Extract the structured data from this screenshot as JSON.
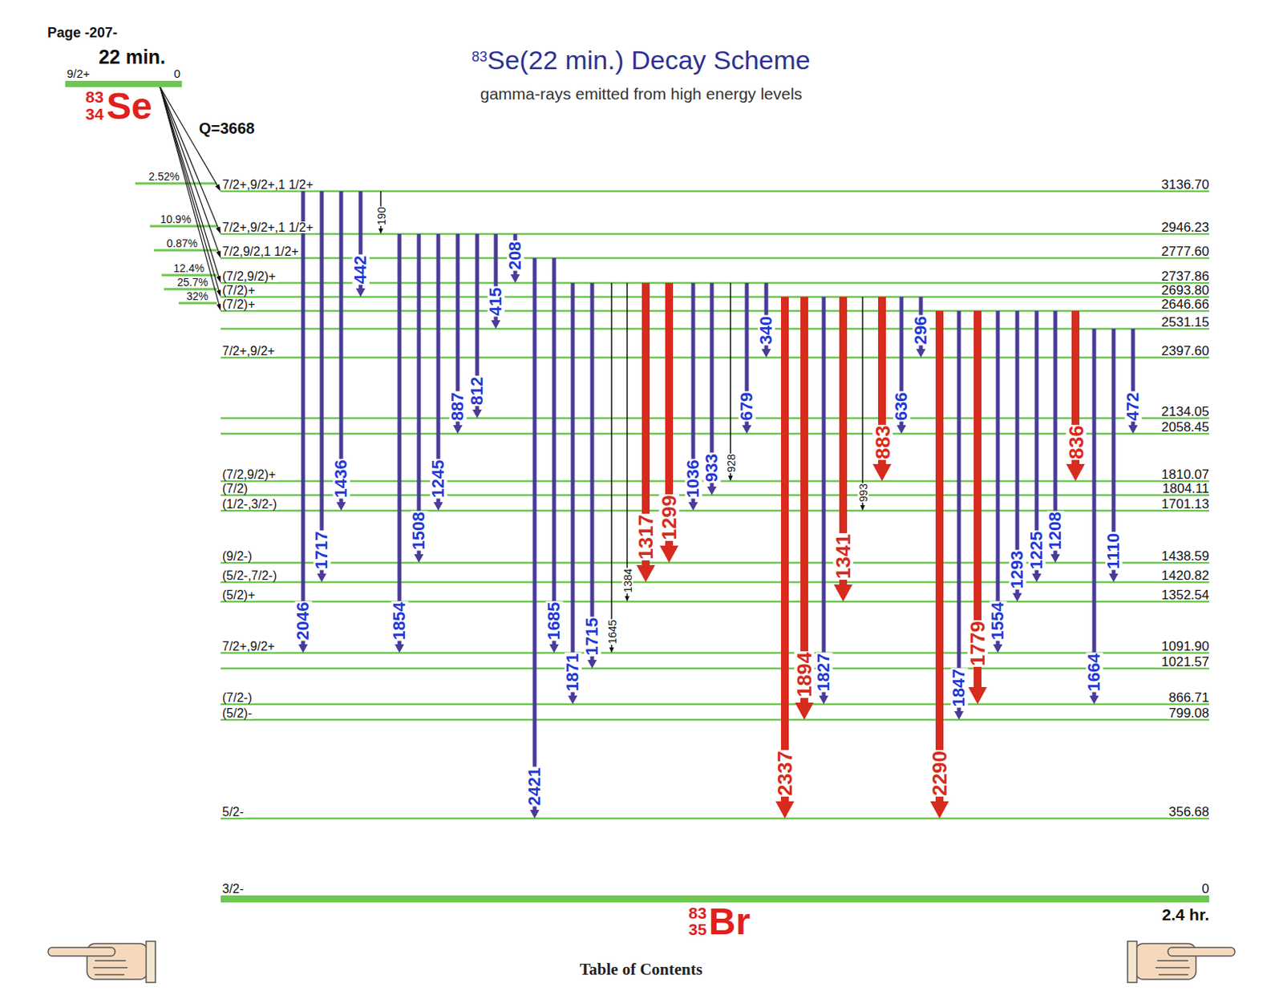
{
  "diagram": {
    "title": "Se(22 min.) Decay Scheme",
    "nodes": [
      {
        "text": [
          "22 min.",
          "9/2+",
          "0"
        ]
      },
      {
        "text": [
          "7/2+,9/2+,1 1/2+",
          "3136.70"
        ]
      },
      {
        "text": [
          "7/2+,9/2+,1 1/2+",
          "2946.23"
        ]
      },
      {
        "text": [
          "7/2,9/2,1 1/2+",
          "2777.60"
        ]
      },
      {
        "text": [
          "(7/2,9/2)+",
          "2737.86"
        ]
      },
      {
        "text": [
          "(7/2)+",
          "2693.80"
        ]
      },
      {
        "text": [
          "(7/2)+",
          "2646.66"
        ]
      },
      {
        "text": [
          "2531.15"
        ]
      },
      {
        "text": [
          "7/2+,9/2+",
          "2397.60"
        ]
      },
      {
        "text": [
          "2134.05"
        ]
      },
      {
        "text": [
          "2058.45"
        ]
      },
      {
        "text": [
          "(7/2,9/2)+",
          "1810.07"
        ]
      },
      {
        "text": [
          "(7/2)",
          "1804.11"
        ]
      },
      {
        "text": [
          "(1/2-,3/2-)",
          "1701.13"
        ]
      },
      {
        "text": [
          "(9/2-)",
          "1438.59"
        ]
      },
      {
        "text": [
          "(5/2-,7/2-)",
          "1420.82"
        ]
      },
      {
        "text": [
          "(5/2)+",
          "1352.54"
        ]
      },
      {
        "text": [
          "7/2+,9/2+",
          "1091.90"
        ]
      },
      {
        "text": [
          "1021.57"
        ]
      },
      {
        "text": [
          "(7/2-)",
          "866.71"
        ]
      },
      {
        "text": [
          "(5/2)-",
          "799.08"
        ]
      },
      {
        "text": [
          "5/2-",
          "356.68"
        ]
      },
      {
        "text": [
          "3/2-",
          "0",
          "2.4 hr."
        ]
      }
    ],
    "edges": [
      {
        "from": 1,
        "to": 17,
        "label": "2046",
        "arrow": "to"
      },
      {
        "from": 1,
        "to": 15,
        "label": "1717",
        "arrow": "to"
      },
      {
        "from": 1,
        "to": 13,
        "label": "1436",
        "arrow": "to"
      },
      {
        "from": 1,
        "to": 5,
        "label": "442",
        "arrow": "to"
      },
      {
        "from": 1,
        "to": 2,
        "label": "190",
        "arrow": "to"
      },
      {
        "from": 2,
        "to": 17,
        "label": "1854",
        "arrow": "to"
      },
      {
        "from": 2,
        "to": 14,
        "label": "1508",
        "arrow": "to"
      },
      {
        "from": 2,
        "to": 13,
        "label": "1245",
        "arrow": "to"
      },
      {
        "from": 2,
        "to": 10,
        "label": "887",
        "arrow": "to"
      },
      {
        "from": 2,
        "to": 9,
        "label": "812",
        "arrow": "to"
      },
      {
        "from": 2,
        "to": 7,
        "label": "415",
        "arrow": "to"
      },
      {
        "from": 2,
        "to": 4,
        "label": "208",
        "arrow": "to"
      },
      {
        "from": 3,
        "to": 21,
        "label": "2421",
        "arrow": "to"
      },
      {
        "from": 3,
        "to": 17,
        "label": "1685",
        "arrow": "to"
      },
      {
        "from": 4,
        "to": 19,
        "label": "1871",
        "arrow": "to"
      },
      {
        "from": 4,
        "to": 18,
        "label": "1715",
        "arrow": "to"
      },
      {
        "from": 4,
        "to": 17,
        "label": "1645",
        "arrow": "to"
      },
      {
        "from": 4,
        "to": 16,
        "label": "1384",
        "arrow": "to"
      },
      {
        "from": 4,
        "to": 15,
        "label": "1317",
        "arrow": "to"
      },
      {
        "from": 4,
        "to": 14,
        "label": "1299",
        "arrow": "to"
      },
      {
        "from": 4,
        "to": 13,
        "label": "1036",
        "arrow": "to"
      },
      {
        "from": 4,
        "to": 12,
        "label": "933",
        "arrow": "to"
      },
      {
        "from": 4,
        "to": 11,
        "label": "928",
        "arrow": "to"
      },
      {
        "from": 4,
        "to": 10,
        "label": "679",
        "arrow": "to"
      },
      {
        "from": 4,
        "to": 8,
        "label": "340",
        "arrow": "to"
      },
      {
        "from": 5,
        "to": 21,
        "label": "2337",
        "arrow": "to"
      },
      {
        "from": 5,
        "to": 20,
        "label": "1894",
        "arrow": "to"
      },
      {
        "from": 5,
        "to": 19,
        "label": "1827",
        "arrow": "to"
      },
      {
        "from": 5,
        "to": 16,
        "label": "1341",
        "arrow": "to"
      },
      {
        "from": 5,
        "to": 13,
        "label": "993",
        "arrow": "to"
      },
      {
        "from": 5,
        "to": 11,
        "label": "883",
        "arrow": "to"
      },
      {
        "from": 5,
        "to": 10,
        "label": "636",
        "arrow": "to"
      },
      {
        "from": 5,
        "to": 8,
        "label": "296",
        "arrow": "to"
      },
      {
        "from": 6,
        "to": 21,
        "label": "2290",
        "arrow": "to"
      },
      {
        "from": 6,
        "to": 20,
        "label": "1847",
        "arrow": "to"
      },
      {
        "from": 6,
        "to": 19,
        "label": "1779",
        "arrow": "to"
      },
      {
        "from": 6,
        "to": 17,
        "label": "1554",
        "arrow": "to"
      },
      {
        "from": 6,
        "to": 16,
        "label": "1293",
        "arrow": "to"
      },
      {
        "from": 6,
        "to": 15,
        "label": "1225",
        "arrow": "to"
      },
      {
        "from": 6,
        "to": 14,
        "label": "1208",
        "arrow": "to"
      },
      {
        "from": 6,
        "to": 11,
        "label": "836",
        "arrow": "to"
      },
      {
        "from": 7,
        "to": 19,
        "label": "1664",
        "arrow": "to"
      },
      {
        "from": 7,
        "to": 15,
        "label": "1110",
        "arrow": "to"
      },
      {
        "from": 7,
        "to": 10,
        "label": "472",
        "arrow": "to"
      },
      {
        "from": 0,
        "to": 1,
        "arrow": "to"
      },
      {
        "from": 0,
        "to": 2,
        "arrow": "to"
      },
      {
        "from": 0,
        "to": 3,
        "arrow": "to"
      },
      {
        "from": 0,
        "to": 4,
        "arrow": "to"
      },
      {
        "from": 0,
        "to": 5,
        "arrow": "to"
      },
      {
        "from": 0,
        "to": 6,
        "arrow": "to"
      }
    ],
    "labels": [
      "Page -207-",
      "83",
      "34",
      "Se",
      "Q=3668",
      "83",
      "gamma-rays emitted from high energy levels",
      "2.52%",
      "10.9%",
      "0.87%",
      "12.4%",
      "25.7%",
      "32%",
      "83",
      "35",
      "Br",
      "Table of Contents"
    ]
  }
}
